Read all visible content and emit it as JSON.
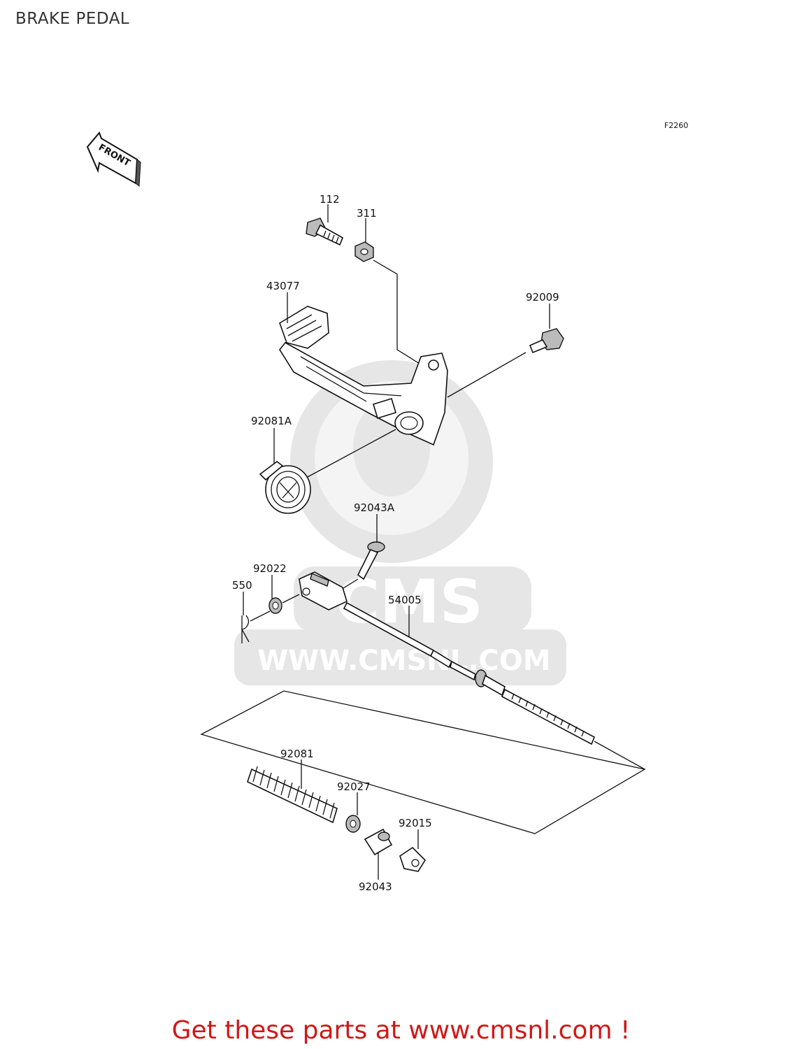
{
  "page": {
    "title": "BRAKE PEDAL"
  },
  "diagram": {
    "code": "F2260",
    "front_label": "FRONT",
    "watermark": {
      "logo_text": "CMS",
      "site_text": "WWW.CMSNL.COM"
    },
    "parts": [
      {
        "number": "112"
      },
      {
        "number": "311"
      },
      {
        "number": "43077"
      },
      {
        "number": "92009"
      },
      {
        "number": "92081A"
      },
      {
        "number": "92043A"
      },
      {
        "number": "92022"
      },
      {
        "number": "550"
      },
      {
        "number": "54005"
      },
      {
        "number": "92081"
      },
      {
        "number": "92027"
      },
      {
        "number": "92015"
      },
      {
        "number": "92043"
      }
    ]
  },
  "footer": {
    "cta_text": "Get these parts at www.cmsnl.com !"
  }
}
